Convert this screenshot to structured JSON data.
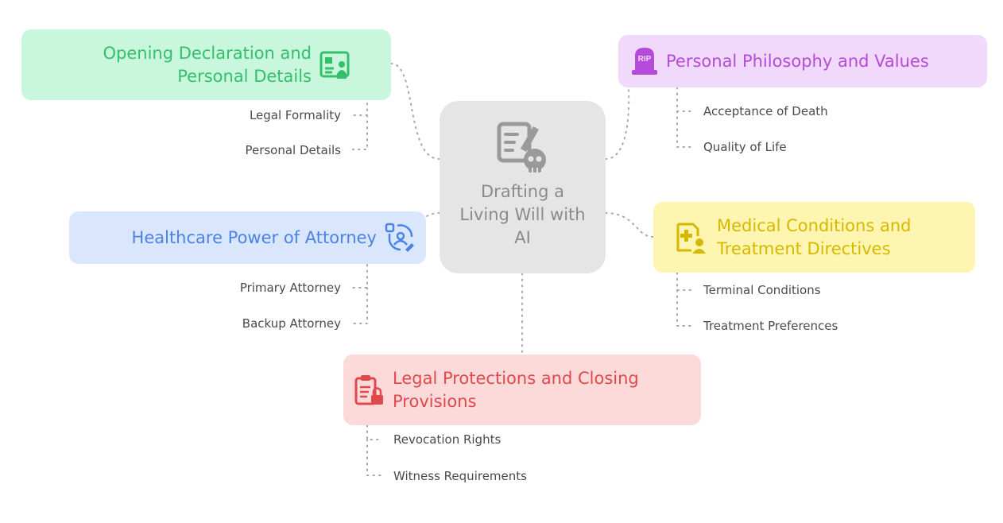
{
  "center": {
    "title": "Drafting a Living Will with AI",
    "icon": "document-skull-icon"
  },
  "colors": {
    "green_bg": "#c8f7de",
    "green_text": "#34c06a",
    "purple_bg": "#f1d9fb",
    "purple_text": "#b64ad9",
    "blue_bg": "#d9e6fb",
    "blue_text": "#4a82e8",
    "yellow_bg": "#fdf5b0",
    "yellow_text": "#d7b800",
    "red_bg": "#fddada",
    "red_text": "#e0494c",
    "connector": "#a8a8a8"
  },
  "branches": {
    "opening": {
      "title": "Opening Declaration and Personal Details",
      "icon": "id-card-icon",
      "children": [
        "Legal Formality",
        "Personal Details"
      ]
    },
    "philosophy": {
      "title": "Personal Philosophy and Values",
      "icon": "tombstone-rip-icon",
      "children": [
        "Acceptance of Death",
        "Quality of Life"
      ]
    },
    "attorney": {
      "title": "Healthcare Power of Attorney",
      "icon": "user-refresh-icon",
      "children": [
        "Primary Attorney",
        "Backup Attorney"
      ]
    },
    "medical": {
      "title": "Medical Conditions and Treatment Directives",
      "icon": "medical-file-user-icon",
      "children": [
        "Terminal Conditions",
        "Treatment Preferences"
      ]
    },
    "legal": {
      "title": "Legal Protections and Closing Provisions",
      "icon": "clipboard-lock-icon",
      "children": [
        "Revocation Rights",
        "Witness Requirements"
      ]
    }
  }
}
